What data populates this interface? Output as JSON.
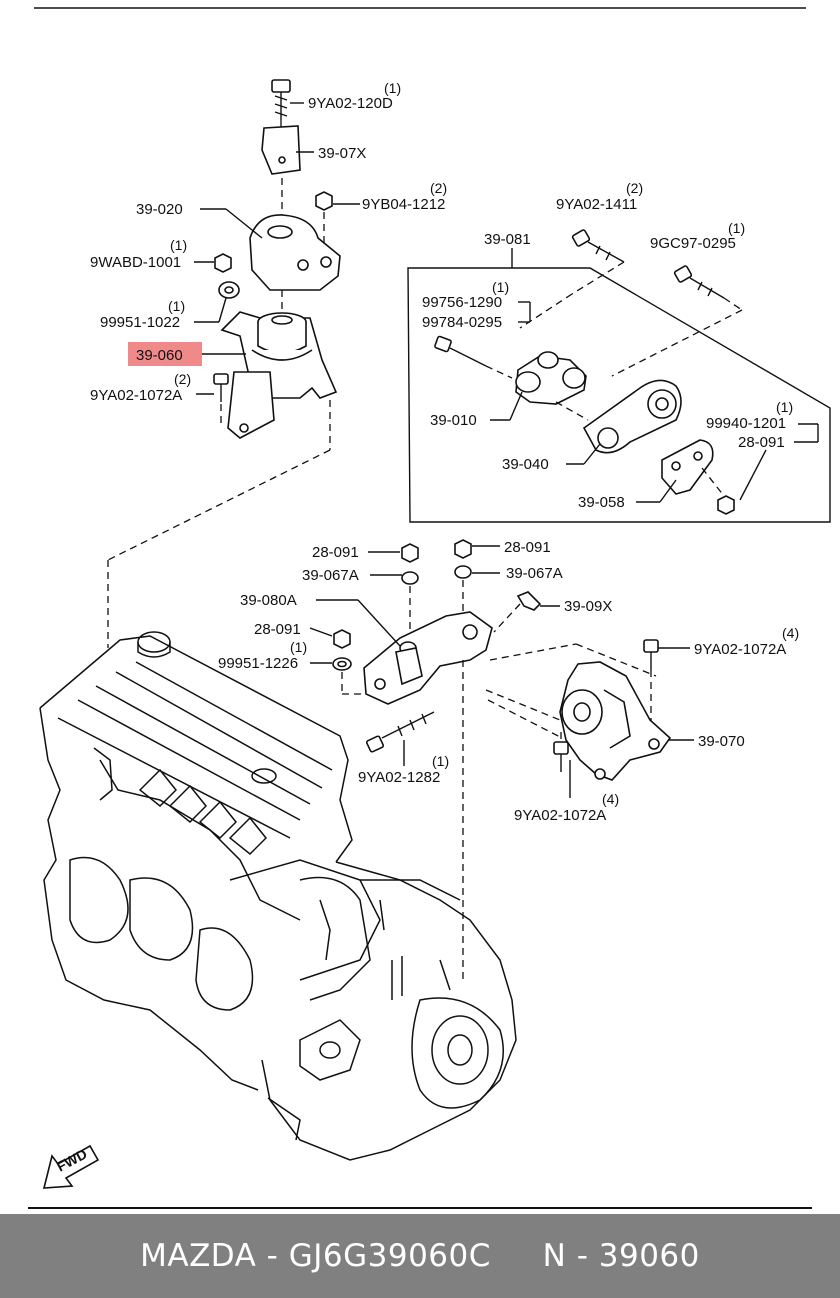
{
  "callouts": {
    "c_9YA02_120D": {
      "code": "9YA02-120D",
      "qty": "(1)"
    },
    "c_39_07X": {
      "code": "39-07X"
    },
    "c_9YB04_1212": {
      "code": "9YB04-1212",
      "qty": "(2)"
    },
    "c_39_020": {
      "code": "39-020"
    },
    "c_9WABD_1001": {
      "code": "9WABD-1001",
      "qty": "(1)"
    },
    "c_99951_1022": {
      "code": "99951-1022",
      "qty": "(1)"
    },
    "c_39_060": {
      "code": "39-060",
      "highlight": "#f08a8a"
    },
    "c_9YA02_1072A_a": {
      "code": "9YA02-1072A",
      "qty": "(2)"
    },
    "c_39_081": {
      "code": "39-081"
    },
    "c_9YA02_1411": {
      "code": "9YA02-1411",
      "qty": "(2)"
    },
    "c_9GC97_0295": {
      "code": "9GC97-0295",
      "qty": "(1)"
    },
    "c_99756_1290": {
      "code": "99756-1290",
      "qty": "(1)"
    },
    "c_99784_0295": {
      "code": "99784-0295"
    },
    "c_39_010": {
      "code": "39-010"
    },
    "c_39_040": {
      "code": "39-040"
    },
    "c_99940_1201": {
      "code": "99940-1201",
      "qty": "(1)"
    },
    "c_28_091_a": {
      "code": "28-091"
    },
    "c_39_058": {
      "code": "39-058"
    },
    "c_28_091_b": {
      "code": "28-091"
    },
    "c_28_091_c": {
      "code": "28-091"
    },
    "c_39_067A_a": {
      "code": "39-067A"
    },
    "c_39_067A_b": {
      "code": "39-067A"
    },
    "c_39_080A": {
      "code": "39-080A"
    },
    "c_39_09X": {
      "code": "39-09X"
    },
    "c_28_091_d": {
      "code": "28-091"
    },
    "c_99951_1226": {
      "code": "99951-1226",
      "qty": "(1)"
    },
    "c_9YA02_1072A_b": {
      "code": "9YA02-1072A",
      "qty": "(4)"
    },
    "c_39_070": {
      "code": "39-070"
    },
    "c_9YA02_1282": {
      "code": "9YA02-1282",
      "qty": "(1)"
    },
    "c_9YA02_1072A_c": {
      "code": "9YA02-1072A",
      "qty": "(4)"
    }
  },
  "fwd": {
    "label": "FWD"
  },
  "footer": {
    "text": "MAZDA - GJ6G39060C     N - 39060"
  }
}
